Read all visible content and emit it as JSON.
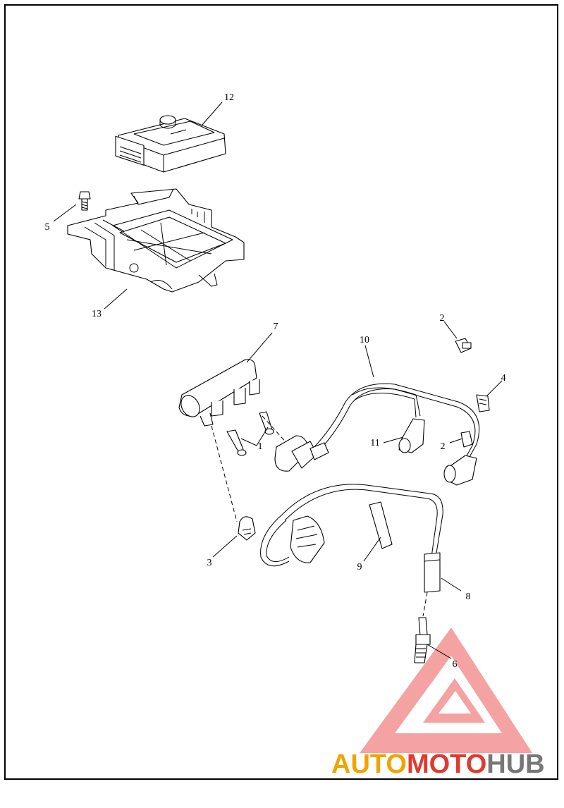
{
  "callouts": [
    {
      "id": "12",
      "text": "12"
    },
    {
      "id": "5",
      "text": "5"
    },
    {
      "id": "13",
      "text": "13"
    },
    {
      "id": "7",
      "text": "7"
    },
    {
      "id": "10",
      "text": "10"
    },
    {
      "id": "2a",
      "text": "2"
    },
    {
      "id": "4",
      "text": "4"
    },
    {
      "id": "1",
      "text": "1"
    },
    {
      "id": "11",
      "text": "11"
    },
    {
      "id": "2b",
      "text": "2"
    },
    {
      "id": "3",
      "text": "3"
    },
    {
      "id": "9",
      "text": "9"
    },
    {
      "id": "8",
      "text": "8"
    },
    {
      "id": "6",
      "text": "6"
    }
  ],
  "watermark": {
    "part1": "AUTO",
    "part2": "MOTO",
    "part3": "HUB",
    "colors": {
      "part1": "#f0a400",
      "part2": "#e03a2f",
      "part3": "#777777",
      "logo": "#f08080"
    }
  }
}
